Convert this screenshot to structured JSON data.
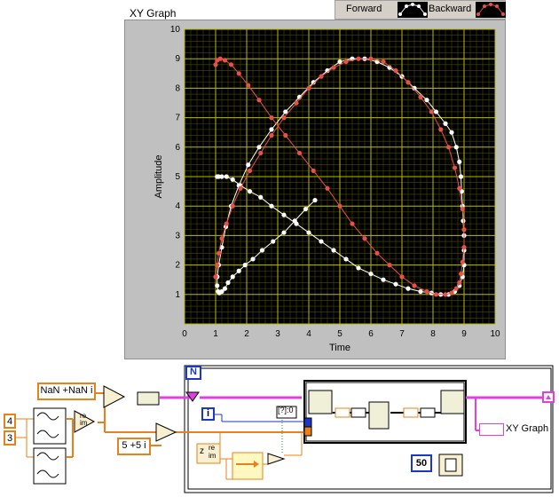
{
  "graph": {
    "label": "XY Graph",
    "legend": {
      "forward_label": "Forward",
      "backward_label": "Backward"
    }
  },
  "chart_data": {
    "type": "scatter",
    "xlabel": "Time",
    "ylabel": "Amplitude",
    "xlim": [
      0,
      10
    ],
    "ylim": [
      0,
      10
    ],
    "x_ticks": [
      "0",
      "1",
      "2",
      "3",
      "4",
      "5",
      "6",
      "7",
      "8",
      "9",
      "10"
    ],
    "y_ticks": [
      "1",
      "2",
      "3",
      "4",
      "5",
      "6",
      "7",
      "8",
      "9",
      "10"
    ],
    "grid": true,
    "colors": {
      "forward": "#ffffff",
      "backward": "#e8504a",
      "plot_bg": "#000000",
      "grid": "#b8b800"
    },
    "series": [
      {
        "name": "Forward",
        "x": [
          4.2,
          3.9,
          3.55,
          3.2,
          2.85,
          2.5,
          2.2,
          1.95,
          1.75,
          1.55,
          1.4,
          1.3,
          1.2,
          1.12,
          1.08,
          1.05,
          1.05,
          1.1,
          1.2,
          1.33,
          1.5,
          1.75,
          2.05,
          2.4,
          2.8,
          3.25,
          3.7,
          4.15,
          4.6,
          5.0,
          5.4,
          5.8,
          6.2,
          6.6,
          7.0,
          7.4,
          7.8,
          8.1,
          8.4,
          8.6,
          8.75,
          8.85,
          8.9,
          8.92,
          8.95,
          8.97,
          9.0,
          9.0,
          9.0,
          8.95,
          8.85,
          8.7,
          8.5,
          8.25,
          7.95,
          7.6,
          7.2,
          6.8,
          6.4,
          6.0,
          5.6,
          5.2,
          4.8,
          4.4,
          4.0,
          3.6,
          3.2,
          2.8,
          2.45,
          2.1,
          1.8,
          1.55,
          1.35,
          1.2,
          1.1,
          1.05
        ],
        "y": [
          4.2,
          3.9,
          3.5,
          3.1,
          2.8,
          2.5,
          2.2,
          2.0,
          1.8,
          1.6,
          1.4,
          1.2,
          1.1,
          1.05,
          1.1,
          1.3,
          1.6,
          2.0,
          2.6,
          3.3,
          4.0,
          4.7,
          5.4,
          6.0,
          6.6,
          7.2,
          7.7,
          8.2,
          8.6,
          8.9,
          9.0,
          9.0,
          8.9,
          8.7,
          8.4,
          8.0,
          7.6,
          7.2,
          6.8,
          6.5,
          6.0,
          5.5,
          5.0,
          4.5,
          4.0,
          3.5,
          3.0,
          2.5,
          2.0,
          1.6,
          1.3,
          1.1,
          1.0,
          1.0,
          1.05,
          1.1,
          1.2,
          1.35,
          1.5,
          1.7,
          1.9,
          2.2,
          2.5,
          2.8,
          3.1,
          3.4,
          3.7,
          4.0,
          4.3,
          4.5,
          4.7,
          4.9,
          5.0,
          5.0,
          5.0,
          5.0
        ]
      },
      {
        "name": "Backward",
        "x": [
          1.0,
          1.05,
          1.15,
          1.3,
          1.5,
          1.75,
          2.05,
          2.4,
          2.8,
          3.25,
          3.7,
          4.15,
          4.6,
          5.0,
          5.4,
          5.8,
          6.2,
          6.6,
          7.0,
          7.4,
          7.8,
          8.1,
          8.4,
          8.6,
          8.75,
          8.85,
          8.9,
          8.95,
          9.0,
          9.0,
          8.95,
          8.85,
          8.7,
          8.5,
          8.25,
          7.95,
          7.6,
          7.2,
          6.8,
          6.4,
          6.0,
          5.6,
          5.2,
          4.8,
          4.4,
          4.0,
          3.6,
          3.2,
          2.8,
          2.45,
          2.1,
          1.8,
          1.55,
          1.35,
          1.2,
          1.1,
          1.05,
          1.0
        ],
        "y": [
          8.8,
          8.95,
          9.0,
          8.95,
          8.8,
          8.5,
          8.1,
          7.6,
          7.0,
          6.4,
          5.8,
          5.2,
          4.6,
          4.0,
          3.4,
          2.9,
          2.4,
          2.0,
          1.6,
          1.3,
          1.1,
          1.0,
          1.0,
          1.05,
          1.2,
          1.4,
          1.7,
          2.1,
          2.6,
          3.2,
          3.9,
          4.6,
          5.3,
          6.0,
          6.6,
          7.2,
          7.7,
          8.2,
          8.6,
          8.9,
          9.0,
          9.0,
          8.9,
          8.7,
          8.4,
          8.0,
          7.5,
          7.0,
          6.4,
          5.8,
          5.2,
          4.6,
          4.0,
          3.4,
          2.9,
          2.4,
          2.0,
          1.6
        ]
      }
    ]
  },
  "diagram": {
    "loop_label": "N",
    "iteration_label": "i",
    "nan_const": "NaN +NaN i",
    "offset_const": "5 +5 i",
    "num_a": "4",
    "num_b": "3",
    "wait_value": "50",
    "xy_graph_terminal": "XY Graph",
    "index_const": "[?]:0",
    "re_im_top": "re",
    "re_im_bot": "im",
    "z_label": "z",
    "re_label": "re",
    "im_label": "im"
  }
}
